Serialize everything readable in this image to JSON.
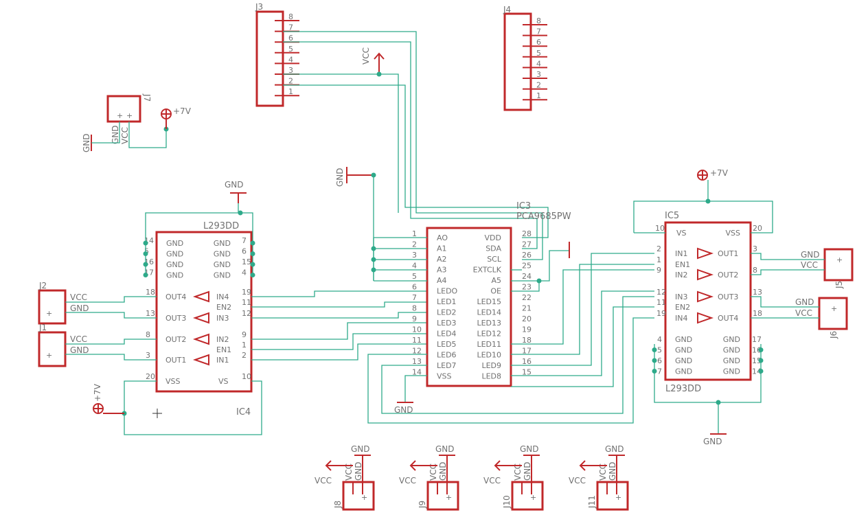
{
  "components": {
    "j3": {
      "name": "J3",
      "pins": [
        "8",
        "7",
        "6",
        "5",
        "4",
        "3",
        "2",
        "1"
      ]
    },
    "j4": {
      "name": "J4",
      "pins": [
        "8",
        "7",
        "6",
        "5",
        "4",
        "3",
        "2",
        "1"
      ]
    },
    "j7": {
      "name": "J7",
      "pin_labels": [
        "GND",
        "VCC"
      ]
    },
    "j1": {
      "name": "J1",
      "pin_labels": [
        "VCC",
        "GND"
      ]
    },
    "j2": {
      "name": "J2",
      "pin_labels": [
        "VCC",
        "GND"
      ]
    },
    "j5": {
      "name": "J5",
      "pin_labels": [
        "GND",
        "VCC"
      ]
    },
    "j6": {
      "name": "J6",
      "pin_labels": [
        "GND",
        "VCC"
      ]
    },
    "j8": {
      "name": "J8"
    },
    "j9": {
      "name": "J9"
    },
    "j10": {
      "name": "J10"
    },
    "j11": {
      "name": "J11"
    },
    "ic3": {
      "ref": "IC3",
      "value": "PCA9685PW",
      "left_pins": [
        {
          "num": "1",
          "name": "AO"
        },
        {
          "num": "2",
          "name": "A1"
        },
        {
          "num": "3",
          "name": "A2"
        },
        {
          "num": "4",
          "name": "A3"
        },
        {
          "num": "5",
          "name": "A4"
        },
        {
          "num": "6",
          "name": "LEDO"
        },
        {
          "num": "7",
          "name": "LED1"
        },
        {
          "num": "8",
          "name": "LED2"
        },
        {
          "num": "9",
          "name": "LED3"
        },
        {
          "num": "10",
          "name": "LED4"
        },
        {
          "num": "11",
          "name": "LED5"
        },
        {
          "num": "12",
          "name": "LED6"
        },
        {
          "num": "13",
          "name": "LED7"
        },
        {
          "num": "14",
          "name": "VSS"
        }
      ],
      "right_pins": [
        {
          "num": "28",
          "name": "VDD"
        },
        {
          "num": "27",
          "name": "SDA"
        },
        {
          "num": "26",
          "name": "SCL"
        },
        {
          "num": "25",
          "name": "EXTCLK"
        },
        {
          "num": "24",
          "name": "A5"
        },
        {
          "num": "23",
          "name": "OE"
        },
        {
          "num": "22",
          "name": "LED15"
        },
        {
          "num": "21",
          "name": "LED14"
        },
        {
          "num": "20",
          "name": "LED13"
        },
        {
          "num": "19",
          "name": "LED12"
        },
        {
          "num": "18",
          "name": "LED11"
        },
        {
          "num": "17",
          "name": "LED10"
        },
        {
          "num": "16",
          "name": "LED9"
        },
        {
          "num": "15",
          "name": "LED8"
        }
      ]
    },
    "ic4": {
      "ref": "IC4",
      "value": "L293DD",
      "gnd_left_pins": [
        "14",
        "5",
        "16",
        "17"
      ],
      "gnd_right_pins": [
        "7",
        "6",
        "15",
        "4"
      ],
      "gnd_label": "GND",
      "outs": [
        {
          "num": "18",
          "name": "OUT4"
        },
        {
          "num": "13",
          "name": "OUT3"
        },
        {
          "num": "8",
          "name": "OUT2"
        },
        {
          "num": "3",
          "name": "OUT1"
        }
      ],
      "ins": [
        {
          "num": "19",
          "name": "IN4"
        },
        {
          "num": "11",
          "name": "EN2"
        },
        {
          "num": "12",
          "name": "IN3"
        },
        {
          "num": "9",
          "name": "IN2"
        },
        {
          "num": "1",
          "name": "EN1"
        },
        {
          "num": "2",
          "name": "IN1"
        }
      ],
      "vss": {
        "num": "20",
        "name": "VSS"
      },
      "vs": {
        "num": "10",
        "name": "VS"
      }
    },
    "ic5": {
      "ref": "IC5",
      "value": "L293DD",
      "vs": {
        "num": "10",
        "name": "VS"
      },
      "vss": {
        "num": "20",
        "name": "VSS"
      },
      "ins": [
        {
          "num": "2",
          "name": "IN1"
        },
        {
          "num": "1",
          "name": "EN1"
        },
        {
          "num": "9",
          "name": "IN2"
        },
        {
          "num": "12",
          "name": "IN3"
        },
        {
          "num": "11",
          "name": "EN2"
        },
        {
          "num": "19",
          "name": "IN4"
        }
      ],
      "outs": [
        {
          "num": "3",
          "name": "OUT1"
        },
        {
          "num": "8",
          "name": "OUT2"
        },
        {
          "num": "13",
          "name": "OUT3"
        },
        {
          "num": "18",
          "name": "OUT4"
        }
      ],
      "gnd_left_pins": [
        "4",
        "5",
        "6",
        "7"
      ],
      "gnd_right_pins": [
        "17",
        "16",
        "15",
        "14"
      ],
      "gnd_label": "GND"
    }
  },
  "supplies": {
    "gnd": "GND",
    "vcc": "VCC",
    "v7": "+7V"
  }
}
